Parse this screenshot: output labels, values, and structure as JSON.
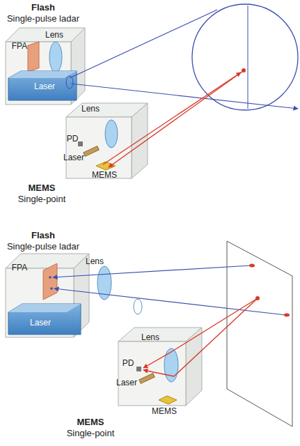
{
  "diagram": {
    "nodes": [
      {
        "text": [
          "Flash",
          "Single-pulse ladar"
        ]
      },
      {
        "text": [
          "MEMS",
          "Single-point"
        ]
      },
      {
        "text": [
          "Flash",
          "Single-pulse ladar"
        ]
      },
      {
        "text": [
          "MEMS",
          "Single-point"
        ]
      }
    ],
    "labels": [
      "Lens",
      "FPA",
      "Laser",
      "Lens",
      "PD",
      "Laser",
      "MEMS",
      "Lens",
      "FPA",
      "Laser",
      "Lens",
      "PD",
      "Laser",
      "MEMS"
    ]
  }
}
